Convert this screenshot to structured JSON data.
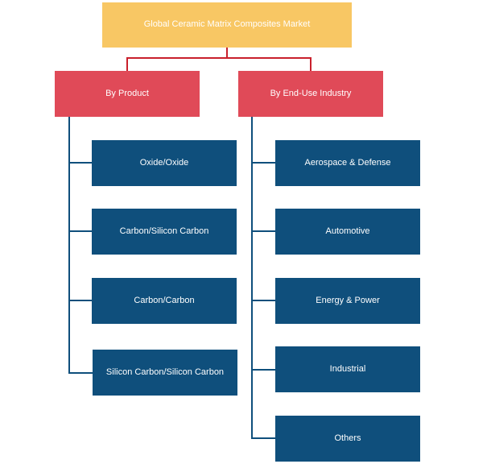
{
  "diagram": {
    "root": {
      "label": "Global Ceramic Matrix Composites Market"
    },
    "categories": [
      {
        "label": "By Product",
        "items": [
          {
            "label": "Oxide/Oxide"
          },
          {
            "label": "Carbon/Silicon Carbon"
          },
          {
            "label": "Carbon/Carbon"
          },
          {
            "label": "Silicon Carbon/Silicon Carbon"
          }
        ]
      },
      {
        "label": "By End-Use Industry",
        "items": [
          {
            "label": "Aerospace & Defense"
          },
          {
            "label": "Automotive"
          },
          {
            "label": "Energy & Power"
          },
          {
            "label": "Industrial"
          },
          {
            "label": "Others"
          }
        ]
      }
    ]
  },
  "colors": {
    "root_fill": "#f8c764",
    "category_fill": "#e04a58",
    "leaf_fill": "#0f4f7c",
    "root_connector": "#c9202c",
    "leaf_connector": "#0f4f7c",
    "text": "#ffffff"
  }
}
